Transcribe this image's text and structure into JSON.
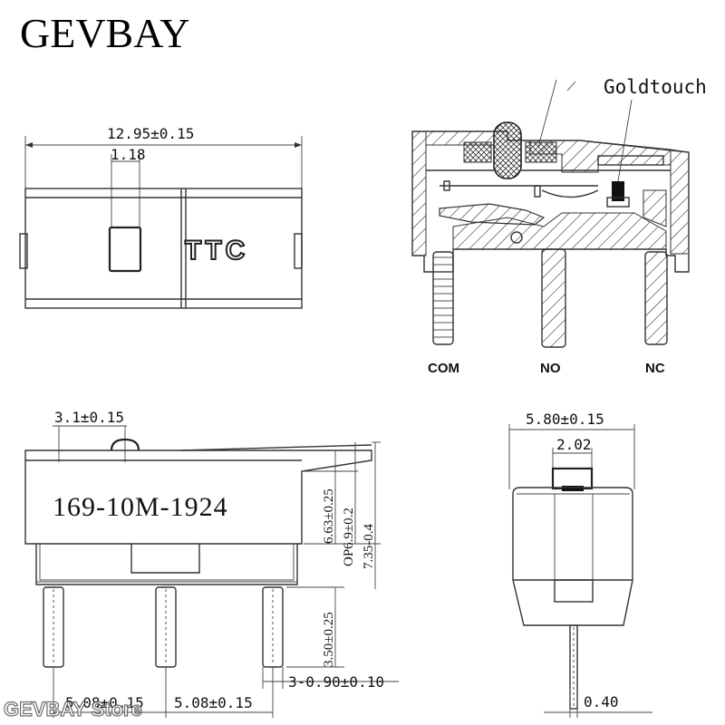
{
  "brand": "GEVBAY",
  "watermark": "GEVBAY Store",
  "top_view": {
    "width_dim": "12.95±0.15",
    "button_dim": "1.18",
    "logo": "TTC"
  },
  "cross_section": {
    "contact_label": "Goldtouch",
    "pins": [
      "COM",
      "NO",
      "NC"
    ]
  },
  "side_view": {
    "actuator_offset": "3.1±0.15",
    "part_number": "169-10M-1924",
    "body_height": "6.63±0.25",
    "operating_position": "OP6.9±0.2",
    "total_height": "7.35-0.4",
    "pin_length": "3.50±0.25",
    "pin_diameter": "3-0.90±0.10",
    "pin_pitch_1": "5.08±0.15",
    "pin_pitch_2": "5.08±0.15"
  },
  "end_view": {
    "body_width": "5.80±0.15",
    "plunger_width": "2.02",
    "pin_thickness": "0.40"
  }
}
